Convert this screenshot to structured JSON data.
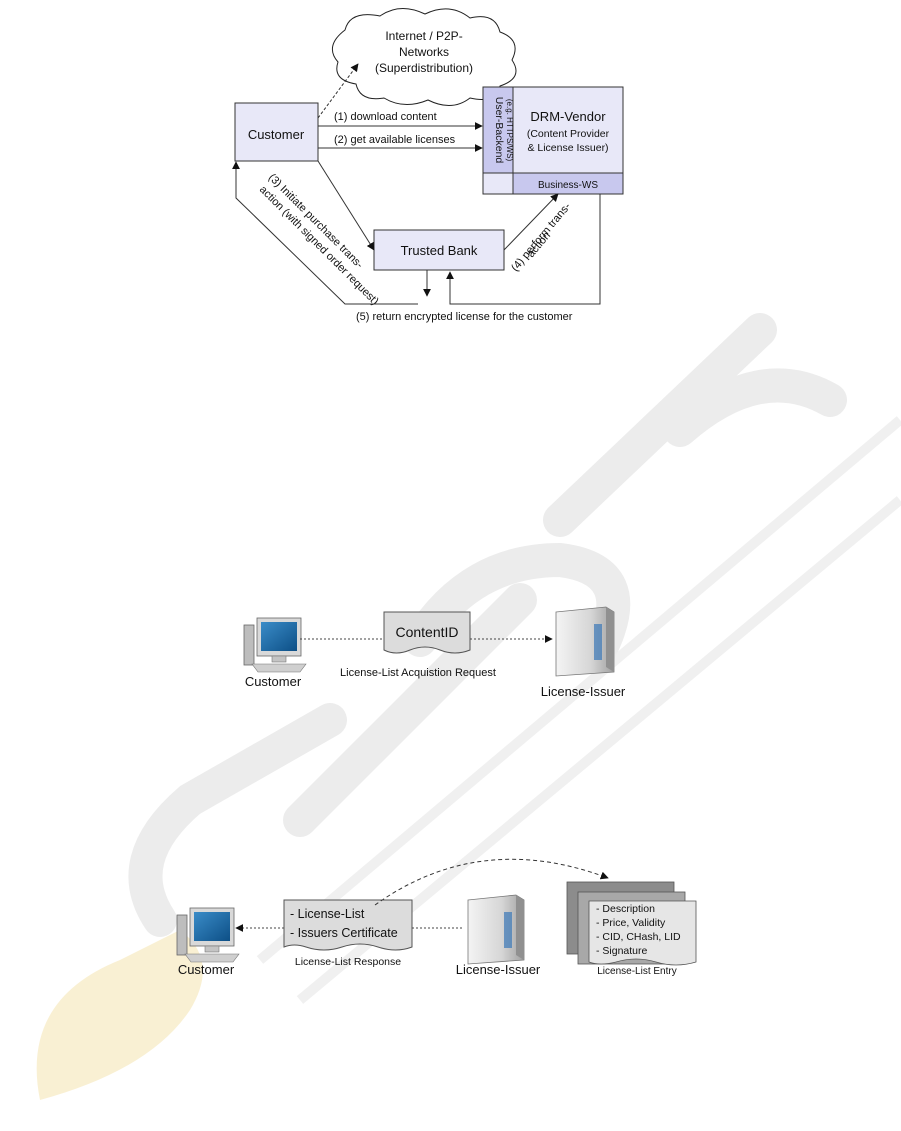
{
  "figure1": {
    "cloud": {
      "line1": "Internet / P2P-",
      "line2": "Networks",
      "line3": "(Superdistribution)"
    },
    "customer": {
      "label": "Customer"
    },
    "drm_vendor": {
      "title": "DRM-Vendor",
      "sub1": "(Content Provider",
      "sub2": "& License Issuer)",
      "user_backend": "User-Backend",
      "user_backend_sub": "(e.g. HTTPS/WS)",
      "business_ws": "Business-WS"
    },
    "trusted_bank": {
      "label": "Trusted Bank"
    },
    "arrows": {
      "a1": "(1) download content",
      "a2": "(2) get available licenses",
      "a3_line1": "(3) Initiate purchase trans-",
      "a3_line2": "action (with signed order request)",
      "a4_line1": "(4) perform trans-",
      "a4_line2": "action",
      "a5": "(5) return encrypted license for the customer"
    }
  },
  "figure2": {
    "customer": "Customer",
    "document": "ContentID",
    "caption": "License-List Acquistion Request",
    "server": "License-Issuer"
  },
  "figure3": {
    "customer": "Customer",
    "document_line1": "License-List",
    "document_line2": "Issuers Certificate",
    "document_caption": "License-List Response",
    "server": "License-Issuer",
    "entry_items": [
      "- Description",
      "- Price, Validity",
      "- CID, CHash, LID",
      "- Signature"
    ],
    "entry_caption": "License-List Entry"
  },
  "colors": {
    "box_fill": "#e8e8f8",
    "box_dark": "#c8c8ee",
    "doc_fill": "#dcdcdc",
    "screen": "#1e6ea8",
    "watermark": "#e6e6e6",
    "watermark_logo": "#f7ecc8"
  }
}
